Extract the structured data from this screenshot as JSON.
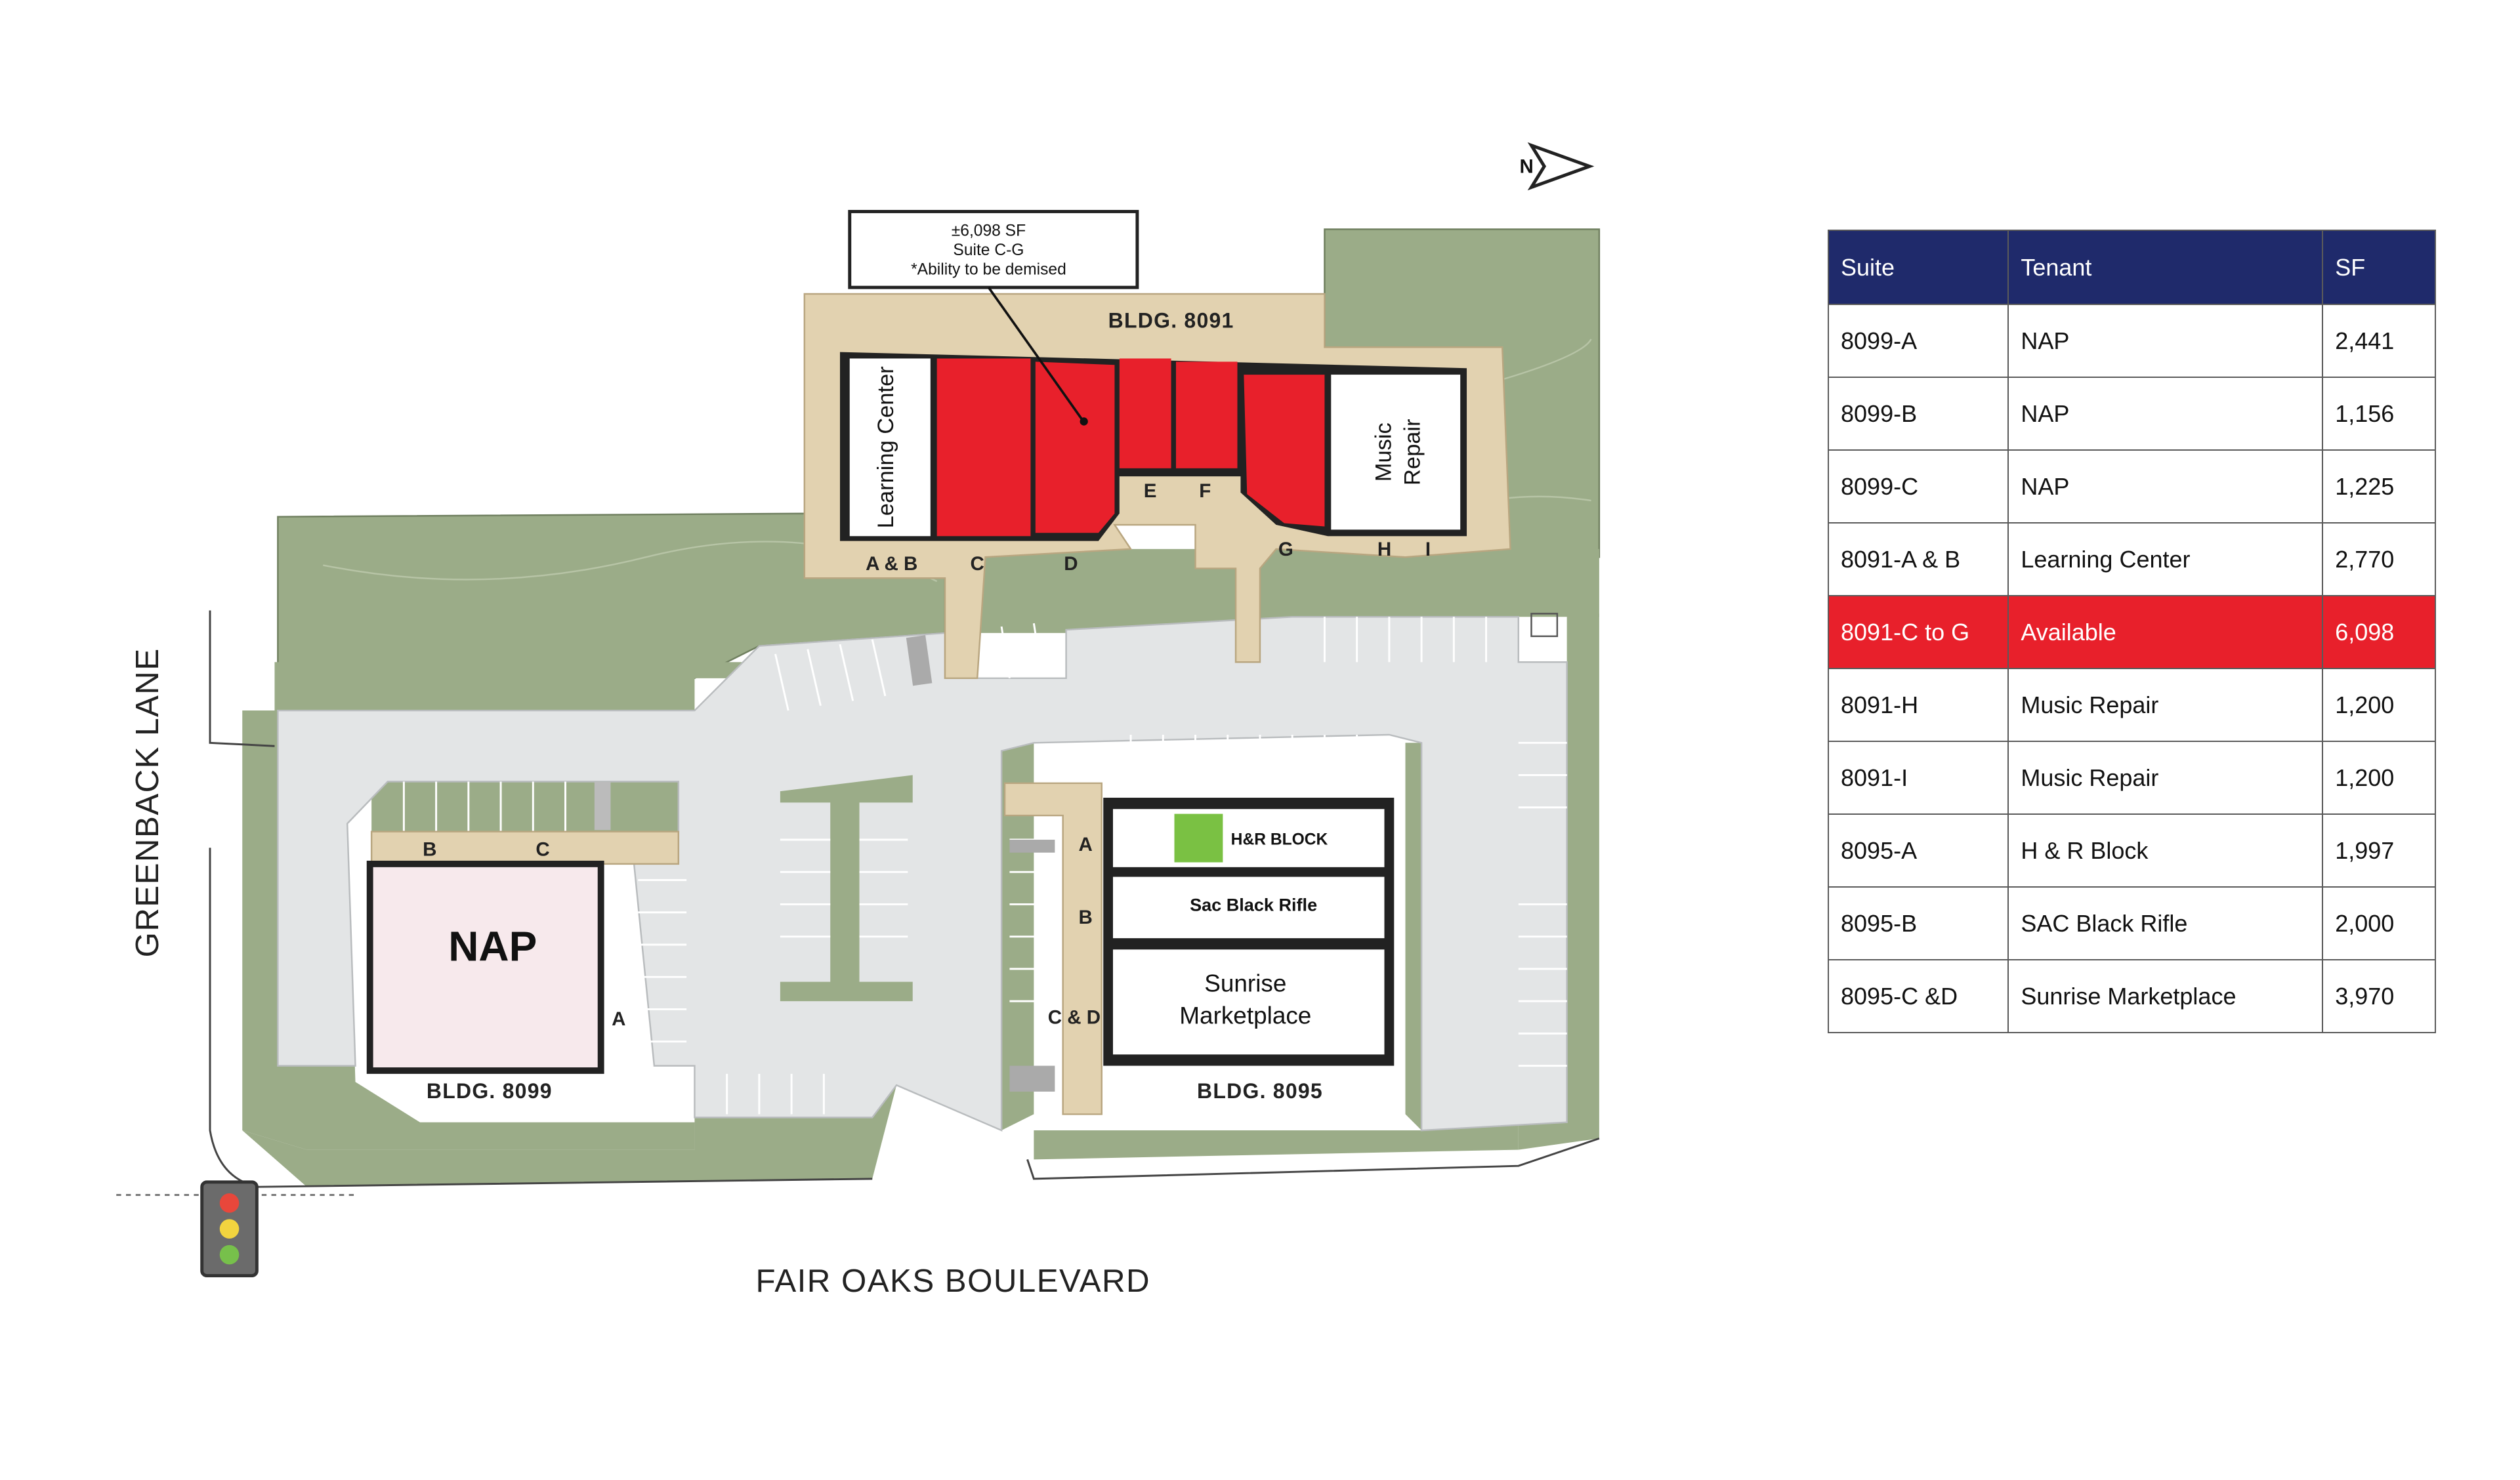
{
  "map": {
    "roads": {
      "north_south": "GREENBACK LANE",
      "east_west": "FAIR OAKS BOULEVARD"
    },
    "north_label": "N",
    "callout": {
      "line1": "±6,098 SF",
      "line2": "Suite C-G",
      "line3": "*Ability to be demised"
    },
    "buildings": {
      "b8091": {
        "label": "BLDG. 8091",
        "learning": "Learning Center",
        "music_line1": "Music",
        "music_line2": "Repair",
        "suite_labels": [
          "A & B",
          "C",
          "D",
          "E",
          "F",
          "G",
          "H",
          "I"
        ]
      },
      "b8099": {
        "label": "BLDG. 8099",
        "tenant": "NAP",
        "suite_labels": [
          "B",
          "C",
          "A"
        ]
      },
      "b8095": {
        "label": "BLDG. 8095",
        "hr_block": "H&R BLOCK",
        "sac": "Sac Black Rifle",
        "sunrise_line1": "Sunrise",
        "sunrise_line2": "Marketplace",
        "suite_labels": [
          "A",
          "B",
          "C & D"
        ]
      }
    }
  },
  "table": {
    "headers": [
      "Suite",
      "Tenant",
      "SF"
    ],
    "highlight_index": 4,
    "rows": [
      [
        "8099-A",
        "NAP",
        "2,441"
      ],
      [
        "8099-B",
        "NAP",
        "1,156"
      ],
      [
        "8099-C",
        "NAP",
        "1,225"
      ],
      [
        "8091-A & B",
        "Learning Center",
        "2,770"
      ],
      [
        "8091-C to G",
        "Available",
        "6,098"
      ],
      [
        "8091-H",
        "Music Repair",
        "1,200"
      ],
      [
        "8091-I",
        "Music Repair",
        "1,200"
      ],
      [
        "8095-A",
        "H & R Block",
        "1,997"
      ],
      [
        "8095-B",
        "SAC Black Rifle",
        "2,000"
      ],
      [
        "8095-C &D",
        "Sunrise Marketplace",
        "3,970"
      ]
    ]
  },
  "colors": {
    "grass": "#9bac88",
    "grass_dark": "#8a9b76",
    "pavement": "#e3e5e6",
    "sidewalk": "#e2d2b0",
    "available": "#e8202b",
    "header": "#1f2a6b",
    "nap_fill": "#f7e9ec",
    "hr_green": "#7ac143"
  }
}
